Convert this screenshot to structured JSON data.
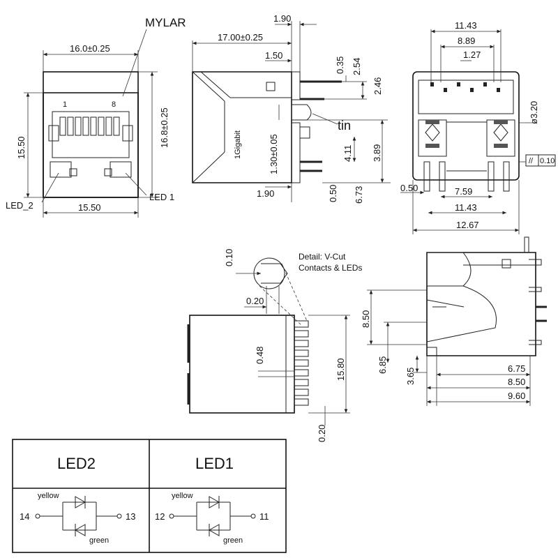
{
  "labels": {
    "mylar": "MYLAR",
    "led2_callout": "LED_2",
    "led1_callout": "LED 1",
    "tin": "tin",
    "gigabit": "1Gigabit",
    "pin1": "1",
    "pin8": "8",
    "detail_line1": "Detail: V-Cut",
    "detail_line2": "Contacts & LEDs",
    "flatness": "0.10"
  },
  "front_view": {
    "width_top": "16.0±0.25",
    "width_bottom": "15.50",
    "height_left": "15.50",
    "height_right": "16.8±0.25"
  },
  "side_view": {
    "length": "17.00±0.25",
    "d_1_90_top": "1.90",
    "d_1_50": "1.50",
    "d_0_35": "0.35",
    "d_2_54": "2.54",
    "d_2_46": "2.46",
    "d_1_30": "1.30±0.05",
    "d_4_11": "4.11",
    "d_3_89": "3.89",
    "d_1_90_bottom": "1.90",
    "d_0_50": "0.50",
    "d_6_73": "6.73"
  },
  "rear_view": {
    "d_11_43_top": "11.43",
    "d_8_89": "8.89",
    "d_1_27": "1.27",
    "d_hole": "ø3.20",
    "d_0_50": "0.50",
    "d_7_59": "7.59",
    "d_11_43_bottom": "11.43",
    "d_12_67": "12.67"
  },
  "bottom_view": {
    "d_0_10": "0.10",
    "d_0_20_top": "0.20",
    "d_0_48": "0.48",
    "d_15_80": "15.80",
    "d_0_20_bottom": "0.20"
  },
  "section_view": {
    "d_8_50_v": "8.50",
    "d_6_85": "6.85",
    "d_3_65": "3.65",
    "d_6_75": "6.75",
    "d_8_50_h": "8.50",
    "d_9_60": "9.60"
  },
  "led_table": {
    "led2": {
      "title": "LED2",
      "top_color": "yellow",
      "bottom_color": "green",
      "pin_left": "14",
      "pin_right": "13"
    },
    "led1": {
      "title": "LED1",
      "top_color": "yellow",
      "bottom_color": "green",
      "pin_left": "12",
      "pin_right": "11"
    }
  }
}
